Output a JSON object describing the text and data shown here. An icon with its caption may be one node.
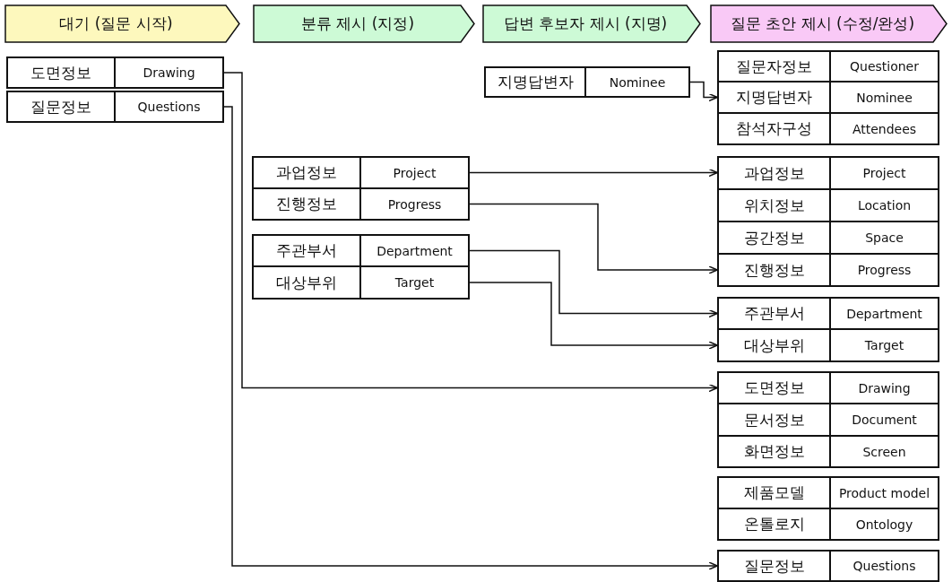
{
  "diagram": {
    "nodes": [
      {
        "text": [
          "대기 (질문 시작)"
        ]
      },
      {
        "text": [
          "분류 제시 (지정)"
        ]
      },
      {
        "text": [
          "답변 후보자 제시 (지명)"
        ]
      },
      {
        "text": [
          "질문 초안 제시 (수정/완성)"
        ]
      },
      {
        "text": [
          "도면정보",
          "Drawing"
        ]
      },
      {
        "text": [
          "질문정보",
          "Questions"
        ]
      },
      {
        "text": [
          "지명답변자",
          "Nominee"
        ]
      },
      {
        "text": [
          "질문자정보",
          "Questioner"
        ]
      },
      {
        "text": [
          "지명답변자",
          "Nominee"
        ]
      },
      {
        "text": [
          "참석자구성",
          "Attendees"
        ]
      },
      {
        "text": [
          "과업정보",
          "Project"
        ]
      },
      {
        "text": [
          "진행정보",
          "Progress"
        ]
      },
      {
        "text": [
          "주관부서",
          "Department"
        ]
      },
      {
        "text": [
          "대상부위",
          "Target"
        ]
      },
      {
        "text": [
          "과업정보",
          "Project"
        ]
      },
      {
        "text": [
          "위치정보",
          "Location"
        ]
      },
      {
        "text": [
          "공간정보",
          "Space"
        ]
      },
      {
        "text": [
          "진행정보",
          "Progress"
        ]
      },
      {
        "text": [
          "주관부서",
          "Department"
        ]
      },
      {
        "text": [
          "대상부위",
          "Target"
        ]
      },
      {
        "text": [
          "도면정보",
          "Drawing"
        ]
      },
      {
        "text": [
          "문서정보",
          "Document"
        ]
      },
      {
        "text": [
          "화면정보",
          "Screen"
        ]
      },
      {
        "text": [
          "제품모델",
          "Product model"
        ]
      },
      {
        "text": [
          "온톨로지",
          "Ontology"
        ]
      },
      {
        "text": [
          "질문정보",
          "Questions"
        ]
      }
    ],
    "edges": [
      {
        "from": 6,
        "to": 8,
        "arrow": "to"
      },
      {
        "from": 4,
        "to": 20,
        "arrow": "to"
      },
      {
        "from": 5,
        "to": 25,
        "arrow": "to"
      },
      {
        "from": 10,
        "to": 14,
        "arrow": "to"
      },
      {
        "from": 11,
        "to": 17,
        "arrow": "to"
      },
      {
        "from": 12,
        "to": 18,
        "arrow": "to"
      },
      {
        "from": 13,
        "to": 19,
        "arrow": "to"
      }
    ]
  }
}
